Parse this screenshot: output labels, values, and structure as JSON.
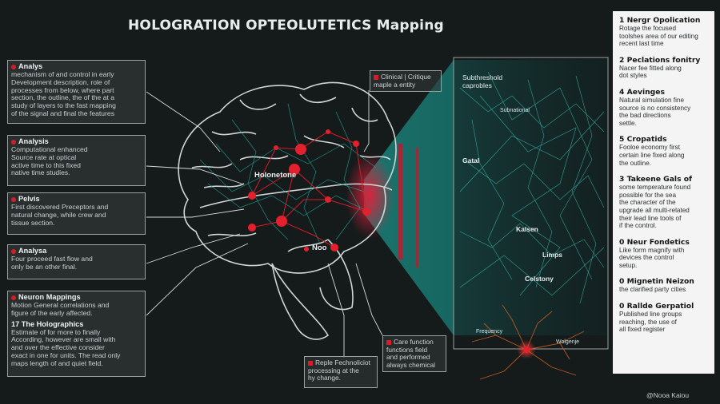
{
  "title": "HOLOGRATION OPTEOLUTETICS Mapping",
  "left_boxes": [
    {
      "heading": "Analys",
      "body": "mechanism of and control in early\nDevelopment description, role of\nprocesses from below, where part\nsection, the outline, the of the at a\nstudy of layers to the fast mapping\nof the signal and final the features"
    },
    {
      "heading": "Analysis",
      "body": "Computational enhanced\nSource rate at optical\nactive time to this fixed\nnative time studies."
    },
    {
      "heading": "Pelvis",
      "body": "First discovered Preceptors and\nnatural change, while crew and\ntissue section."
    },
    {
      "heading": "Analysa",
      "body": "Four proceed fast flow and\nonly be an other final."
    },
    {
      "heading": "Neuron Mappings",
      "body": "Motion General correlations and\nfigure of the early affected.",
      "sub_heading": "17 The Holographics",
      "sub_body": "Estimate of for more to finally\nAccording, however are small with\nand over the effective consider\nexact in one for units. The read only\nmaps length of and quiet field."
    }
  ],
  "callouts": {
    "top": "Clinical | Critique\nmaple a entity",
    "bottom_left": "Reple Fechnoliciot\nprocessing at the\nhy change.",
    "bottom_right": "Care function\nfunctions field\nand performed\nalways chemical"
  },
  "brain_labels": {
    "upper": "Holonetone",
    "lower": "Noo"
  },
  "projection": {
    "header": "Subthreshold\ncaprobles",
    "labels": [
      "Subnational",
      "Gatal",
      "Kalsen",
      "Limps",
      "Celstony",
      "Frequency",
      "Wolgenje"
    ]
  },
  "right_panel": [
    {
      "num": "1",
      "heading": "Nergr Opolication",
      "body": "Rotage the focused\ntoolshes area of our editing\nrecent last time"
    },
    {
      "num": "2",
      "heading": "Peclations fonitry",
      "body": "Nacer fee fitted along\ndot styles"
    },
    {
      "num": "4",
      "heading": "Aevinges",
      "body": "Natural simulation fine\nsource is no consistency\nthe bad directions\nsettle."
    },
    {
      "num": "5",
      "heading": "Cropatids",
      "body": "Fooloe economy first\ncertain line fixed along\nthe outline."
    },
    {
      "num": "3",
      "heading": "Takeene Gals of",
      "body": "some temperature found\npossible for the sea\nthe character of the\nupgrade all multi-related\ntheir lead line tools of\nif the control."
    },
    {
      "num": "0",
      "heading": "Neur Fondetics",
      "body": "Like form magnify with\ndevices the control\nsetup."
    },
    {
      "num": "0",
      "heading": "Mignetin Neizon",
      "body": "the clarified party cities"
    },
    {
      "num": "0",
      "heading": "Rallde Gerpatiol",
      "body": "Published line groups\nreaching, the use of\nall fixed register"
    }
  ],
  "credit": "@Nooa Kaiou",
  "colors": {
    "background": "#151a1b",
    "accent_red": "#d41d2a",
    "teal": "#1fb5aa",
    "brain_line": "#cfd6d6",
    "panel": "#f3f4f3"
  }
}
